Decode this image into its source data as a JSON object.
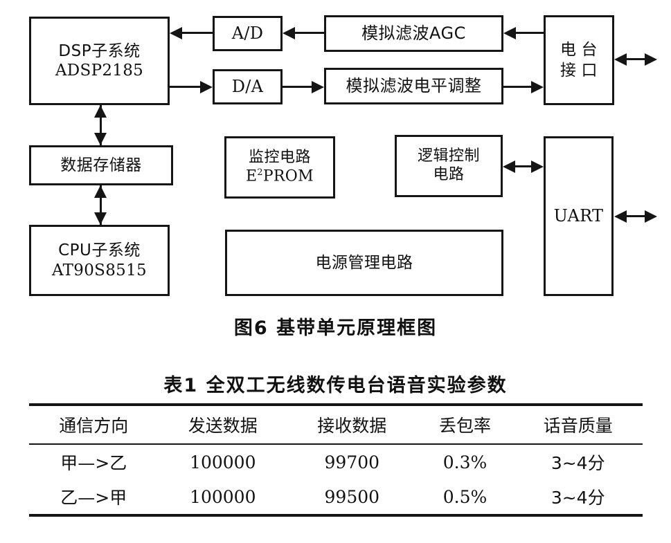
{
  "figure": {
    "caption": "图6  基带单元原理框图",
    "blocks": {
      "dsp": {
        "line1": "DSP子系统",
        "line2": "ADSP2185"
      },
      "ad": {
        "label": "A/D"
      },
      "da": {
        "label": "D/A"
      },
      "agc": {
        "label": "模拟滤波AGC"
      },
      "level": {
        "label": "模拟滤波电平调整"
      },
      "radio": {
        "c1": "电",
        "c2": "台",
        "c3": "接",
        "c4": "口"
      },
      "memory": {
        "label": "数据存储器"
      },
      "cpu": {
        "line1": "CPU子系统",
        "line2": "AT90S8515"
      },
      "monitor": {
        "line1": "监控电路",
        "line2_pre": "E",
        "line2_sup": "2",
        "line2_post": "PROM"
      },
      "logic": {
        "line1": "逻辑控制",
        "line2": "电路"
      },
      "uart": {
        "label": "UART"
      },
      "power": {
        "label": "电源管理电路"
      }
    },
    "colors": {
      "stroke": "#151515",
      "fill": "#ffffff"
    }
  },
  "table": {
    "caption": "表1  全双工无线数传电台语音实验参数",
    "headers": [
      "通信方向",
      "发送数据",
      "接收数据",
      "丢包率",
      "话音质量"
    ],
    "rows": [
      {
        "direction": "甲—>乙",
        "sent": "100000",
        "received": "99700",
        "loss_rate": "0.3%",
        "voice_quality": "3~4分"
      },
      {
        "direction": "乙—>甲",
        "sent": "100000",
        "received": "99500",
        "loss_rate": "0.5%",
        "voice_quality": "3~4分"
      }
    ]
  }
}
